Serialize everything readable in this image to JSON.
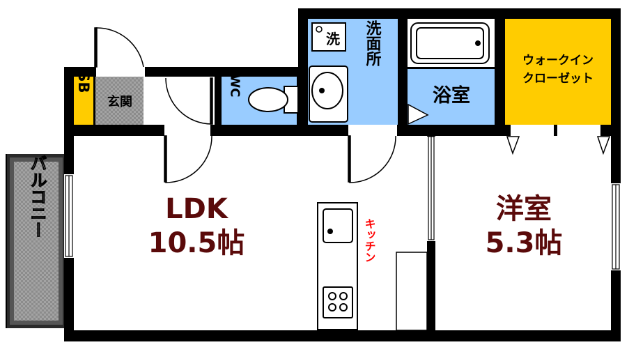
{
  "rooms": {
    "ldk": {
      "name": "LDK",
      "size": "10.5帖"
    },
    "western": {
      "name": "洋室",
      "size": "5.3帖"
    },
    "bath": {
      "name": "浴室"
    },
    "washroom": {
      "name": "洗面所"
    },
    "wc": {
      "name": "WC"
    },
    "closet": {
      "line1": "ウォークイン",
      "line2": "クローゼット"
    },
    "entrance": {
      "name": "玄関"
    },
    "shoebox": {
      "name": "SB"
    },
    "balcony": {
      "name": "バルコニー"
    },
    "kitchen": {
      "name": "キッチン"
    },
    "washer": {
      "name": "洗"
    }
  },
  "colors": {
    "wall": "#000000",
    "wet_area": "#99ccff",
    "closet": "#ffcc00",
    "balcony": "#b3b3b3",
    "entrance": "#9a9a9a",
    "room_text": "#5a0a0a",
    "kitchen_text": "#ff0000"
  }
}
